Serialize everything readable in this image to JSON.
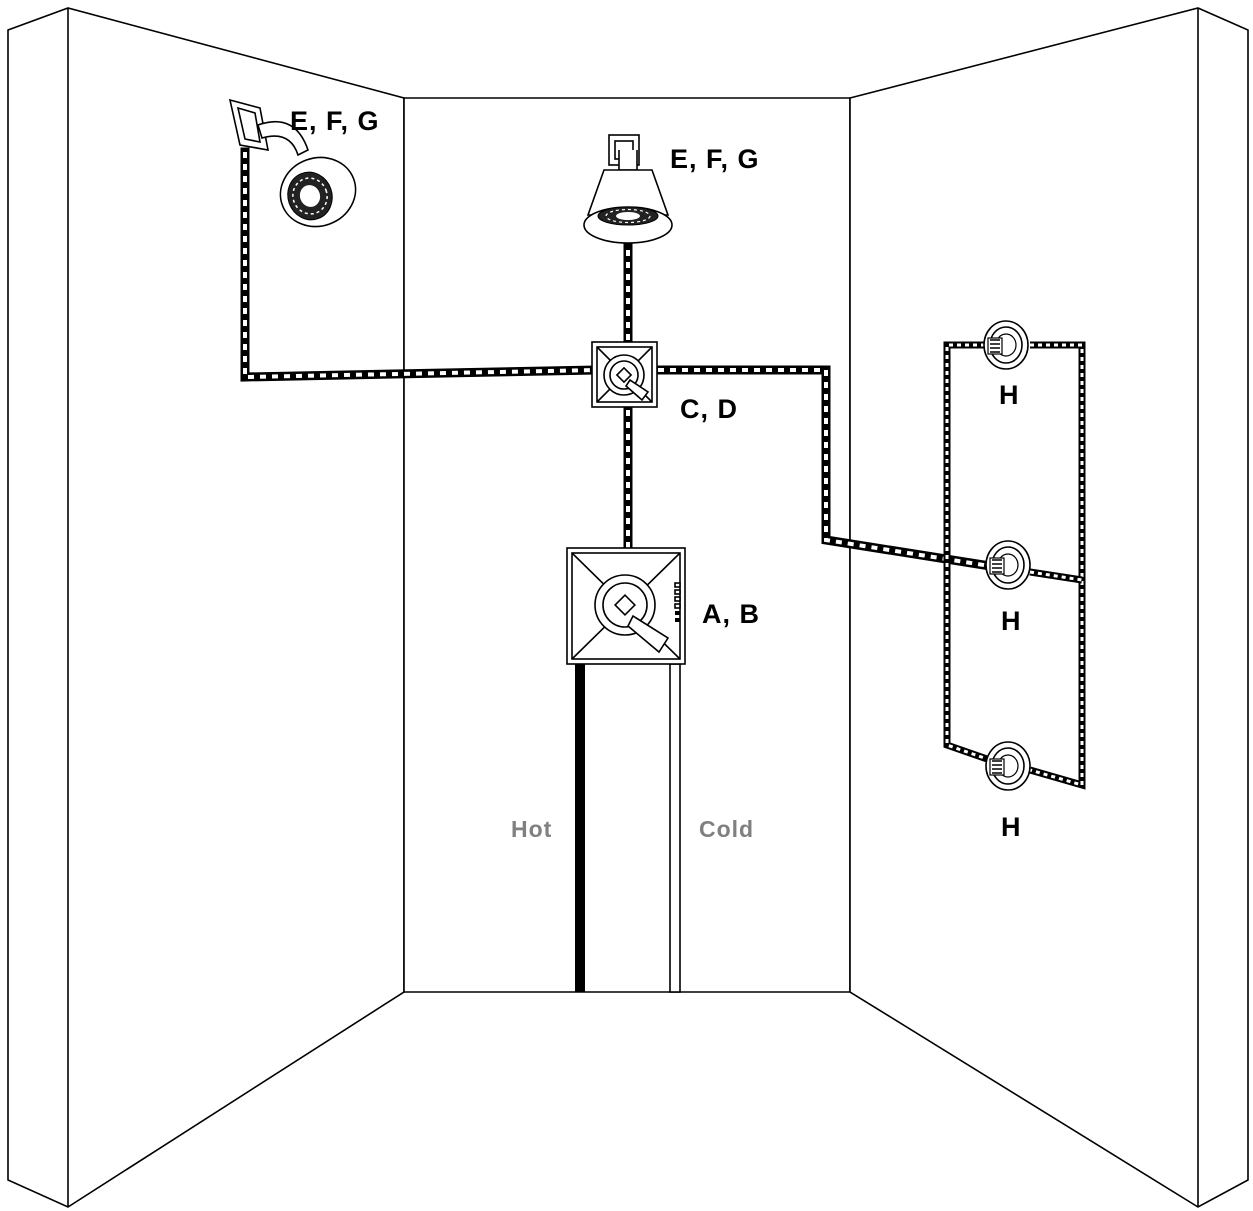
{
  "labels": {
    "showerhead_left": "E, F, G",
    "showerhead_center": "E, F, G",
    "diverter": "C, D",
    "valve": "A, B",
    "body_spray_top": "H",
    "body_spray_middle": "H",
    "body_spray_bottom": "H",
    "hot": "Hot",
    "cold": "Cold"
  }
}
